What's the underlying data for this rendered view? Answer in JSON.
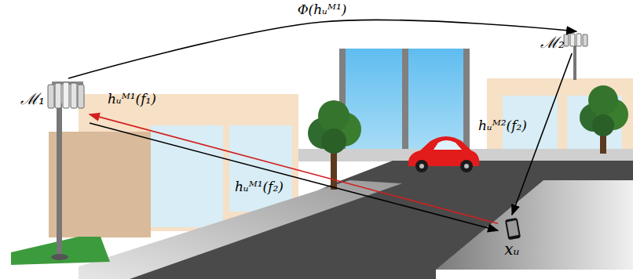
{
  "diagram": {
    "nodes": [
      {
        "text": [
          "ℳ₁"
        ]
      },
      {
        "text": [
          "ℳ₂"
        ]
      },
      {
        "text": [
          "xᵤ"
        ]
      }
    ],
    "edges": [
      {
        "from": 0,
        "to": 1,
        "arrow": "to",
        "label": "Φ(hᵤᴹ¹)"
      },
      {
        "from": 2,
        "to": 0,
        "arrow": "to",
        "label": "hᵤᴹ¹(f₁)"
      },
      {
        "from": 0,
        "to": 2,
        "arrow": "to",
        "label": "hᵤᴹ¹(f₂)"
      },
      {
        "from": 1,
        "to": 2,
        "arrow": "to",
        "label": "hᵤᴹ²(f₂)"
      }
    ]
  }
}
